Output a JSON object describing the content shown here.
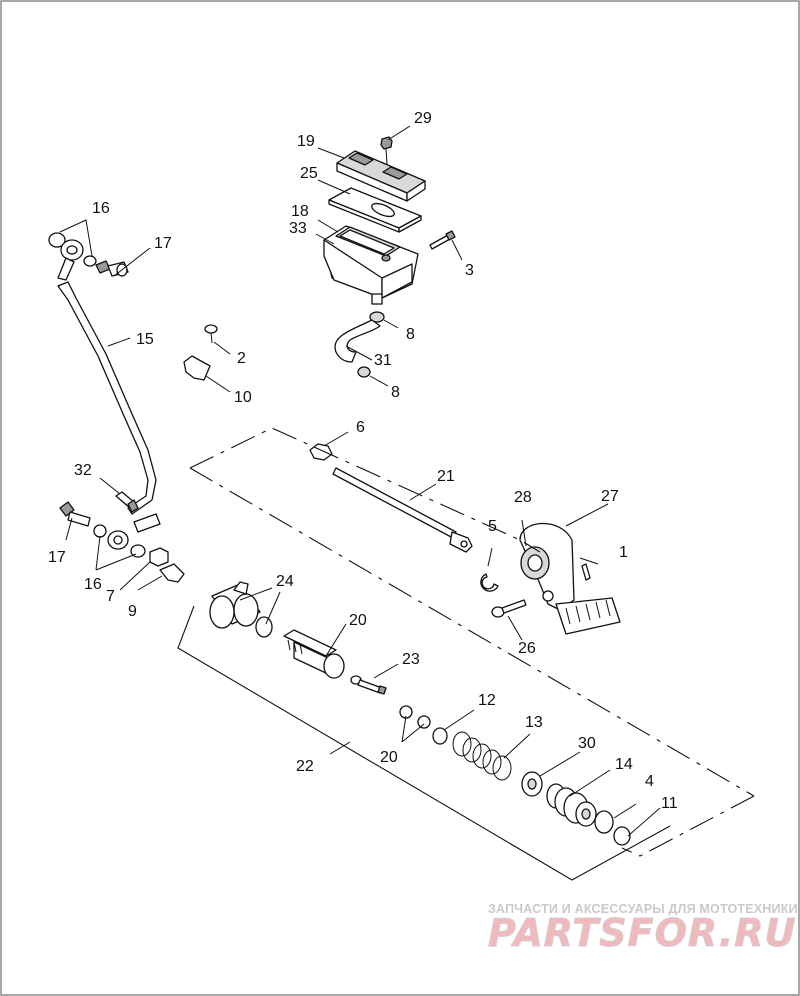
{
  "callouts": [
    "1",
    "2",
    "3",
    "4",
    "5",
    "6",
    "7",
    "8",
    "8",
    "9",
    "10",
    "11",
    "12",
    "13",
    "14",
    "15",
    "16",
    "16",
    "17",
    "17",
    "18",
    "19",
    "20",
    "20",
    "21",
    "22",
    "23",
    "24",
    "25",
    "26",
    "27",
    "28",
    "29",
    "30",
    "31",
    "32",
    "33"
  ],
  "watermark": {
    "tagline": "ЗАПЧАСТИ И АКСЕССУАРЫ ДЛЯ МОТОТЕХНИКИ",
    "logo": "PARTSFOR.RU",
    "color": "#e8a0a6"
  },
  "colors": {
    "line": "#111111",
    "frame": "#6e6e6e",
    "shade": "#d9d9d9"
  }
}
